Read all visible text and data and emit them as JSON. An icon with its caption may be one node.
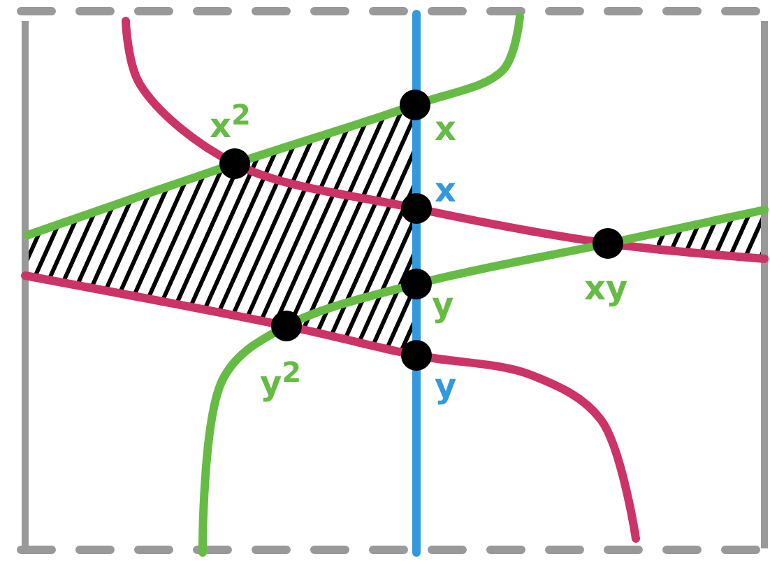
{
  "diagram": {
    "labels": [
      "x$^{2}$",
      "x",
      "x",
      "y",
      "y$^{2}$",
      "y",
      "xy"
    ]
  }
}
